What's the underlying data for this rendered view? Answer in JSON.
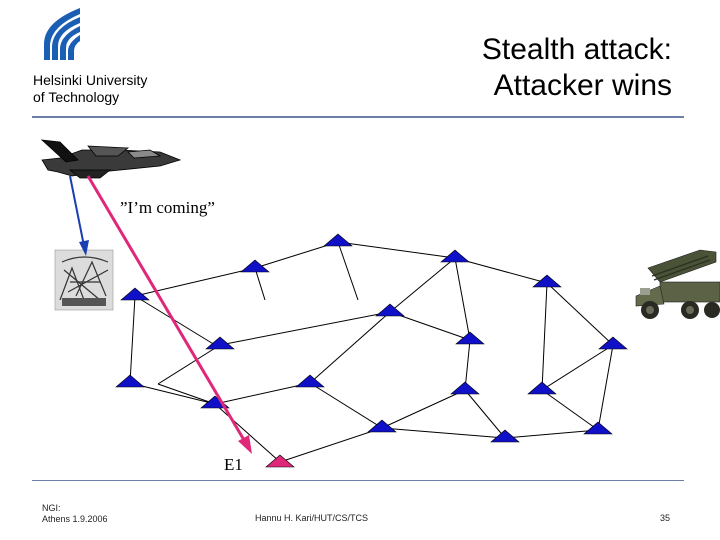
{
  "header": {
    "university_line1": "Helsinki University",
    "university_line2": "of Technology",
    "title_line1": "Stealth attack:",
    "title_line2": "Attacker wins"
  },
  "scene": {
    "speech_text": "”I’m coming”",
    "target_label": "E1",
    "colors": {
      "node": "#1010c8",
      "target_node": "#e0287a",
      "attack_line": "#e0287a",
      "comm_line": "#1a3fb0",
      "rule": "#6d7fa6"
    }
  },
  "footer": {
    "left_line1": "NGI:",
    "left_line2": "Athens 1.9.2006",
    "center": "Hannu H. Kari/HUT/CS/TCS",
    "page_number": "35"
  }
}
